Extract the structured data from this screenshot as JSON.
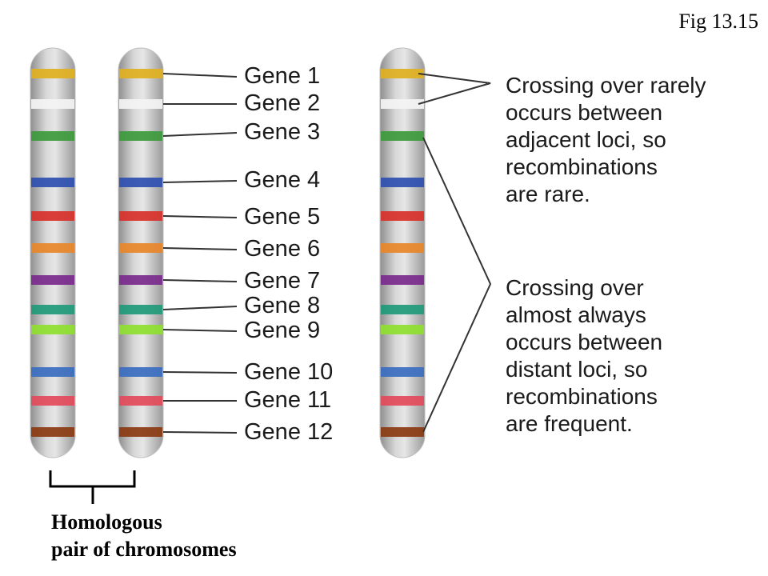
{
  "figure_label": "Fig 13.15",
  "genes": [
    {
      "label": "Gene 1",
      "color": "#e0b020"
    },
    {
      "label": "Gene 2",
      "color": "#f4f4f4"
    },
    {
      "label": "Gene 3",
      "color": "#3c9a3c"
    },
    {
      "label": "Gene 4",
      "color": "#2d4fb0"
    },
    {
      "label": "Gene 5",
      "color": "#d9302a"
    },
    {
      "label": "Gene 6",
      "color": "#e8872a"
    },
    {
      "label": "Gene 7",
      "color": "#7a2a8c"
    },
    {
      "label": "Gene 8",
      "color": "#1f9a7a"
    },
    {
      "label": "Gene 9",
      "color": "#8fe030"
    },
    {
      "label": "Gene 10",
      "color": "#3a6ec0"
    },
    {
      "label": "Gene 11",
      "color": "#e24a5a"
    },
    {
      "label": "Gene 12",
      "color": "#8a3a10"
    }
  ],
  "notes": {
    "rare": [
      "Crossing over rarely",
      "occurs between",
      "adjacent loci, so",
      "recombinations",
      "are rare."
    ],
    "frequent": [
      "Crossing over",
      "almost always",
      "occurs between",
      "distant loci, so",
      "recombinations",
      "are frequent."
    ]
  },
  "homologous_label": [
    "Homologous",
    "pair of chromosomes"
  ]
}
